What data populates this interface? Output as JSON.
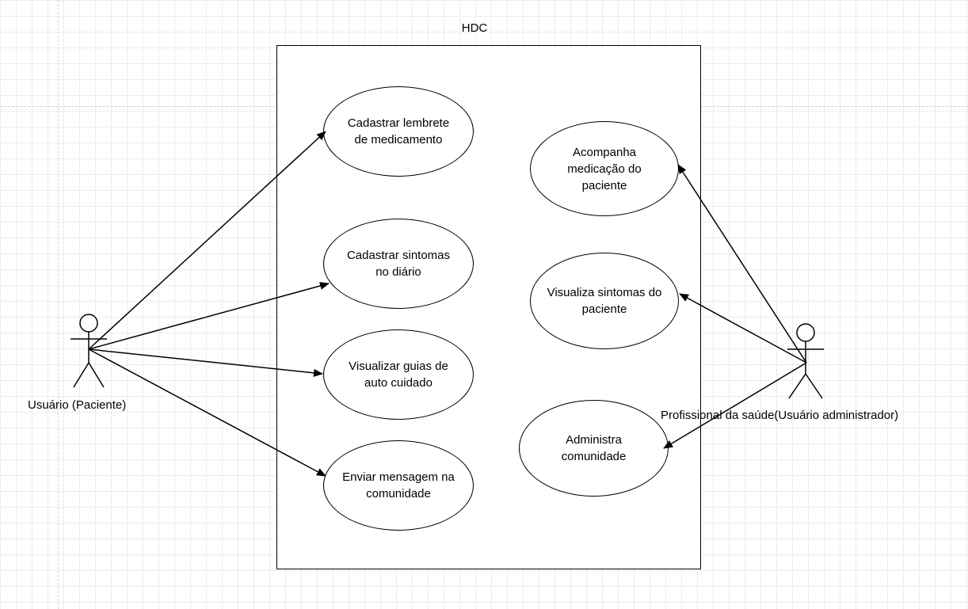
{
  "diagram": {
    "system": {
      "title": "HDC"
    },
    "actors": {
      "patient": {
        "label": "Usuário (Paciente)"
      },
      "professional": {
        "label": "Profissional da saúde(Usuário administrador)"
      }
    },
    "use_cases": {
      "cadastrar_lembrete": "Cadastrar lembrete\nde medicamento",
      "cadastrar_sintomas": "Cadastrar sintomas\nno diário",
      "visualizar_guias": "Visualizar guias de\nauto cuidado",
      "enviar_mensagem": "Enviar mensagem na\ncomunidade",
      "acompanha_medicacao": "Acompanha\nmedicação do\npaciente",
      "visualiza_sintomas": "Visualiza sintomas do\npaciente",
      "administra_comunidade": "Administra\ncomunidade"
    },
    "associations": [
      {
        "from": "patient",
        "to": "cadastrar_lembrete"
      },
      {
        "from": "patient",
        "to": "cadastrar_sintomas"
      },
      {
        "from": "patient",
        "to": "visualizar_guias"
      },
      {
        "from": "patient",
        "to": "enviar_mensagem"
      },
      {
        "from": "professional",
        "to": "acompanha_medicacao"
      },
      {
        "from": "professional",
        "to": "visualiza_sintomas"
      },
      {
        "from": "professional",
        "to": "administra_comunidade"
      }
    ]
  }
}
